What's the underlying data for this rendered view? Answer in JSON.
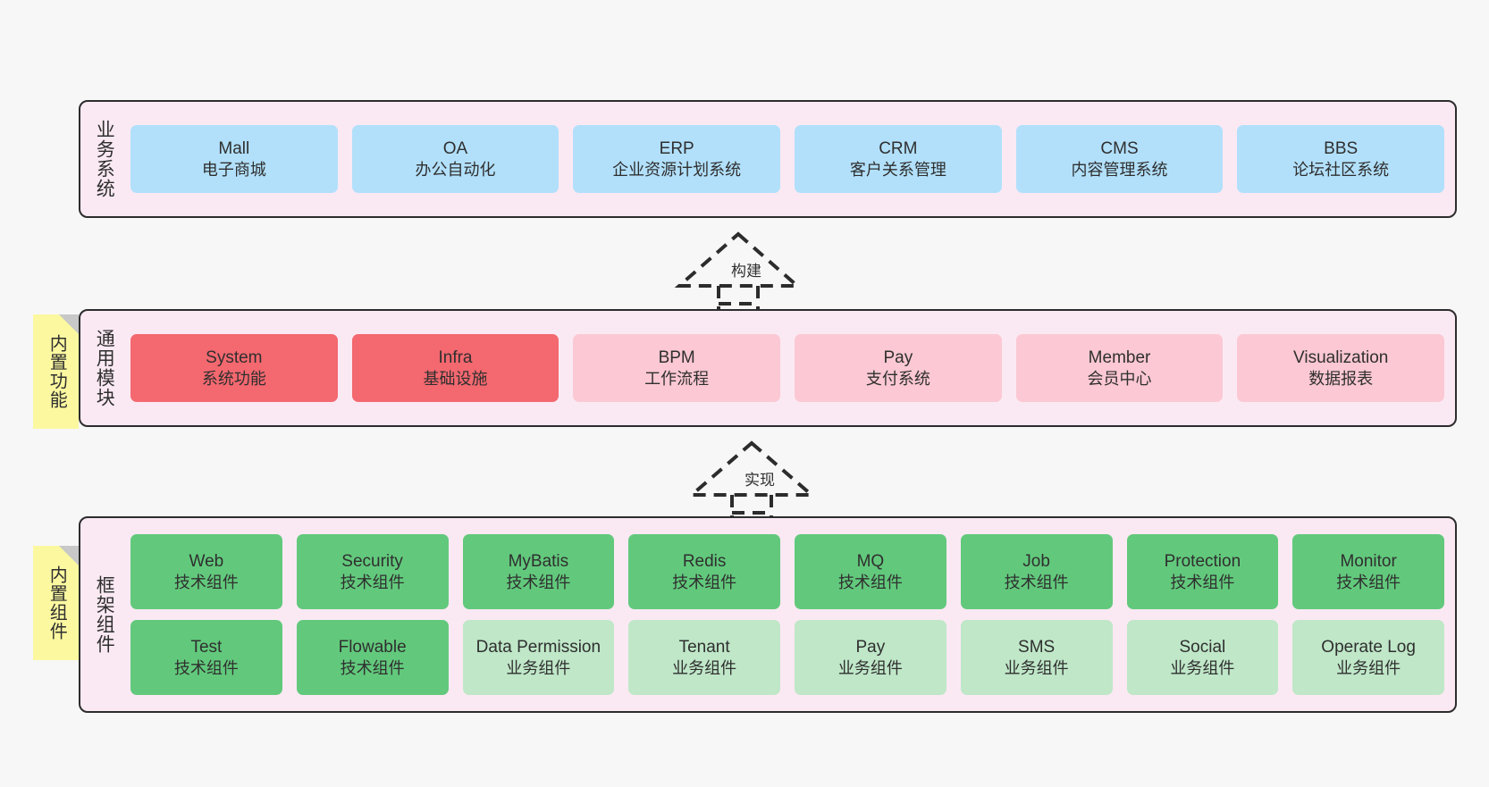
{
  "diagram": {
    "background_color": "#f7f7f7",
    "panel_fill": "#fae9f3",
    "panel_border": "#2c2c2c",
    "note_fill": "#fbf8a0"
  },
  "notes": [
    {
      "label": "内置功能"
    },
    {
      "label": "内置组件"
    }
  ],
  "connectors": [
    {
      "label": "构建",
      "style": "dashed-generalization"
    },
    {
      "label": "实现",
      "style": "dashed-generalization"
    }
  ],
  "layers": [
    {
      "label": "业务系统",
      "color": "#b2e0fb",
      "rows": [
        [
          {
            "name": "Mall",
            "desc": "电子商城",
            "color": "#b2e0fb"
          },
          {
            "name": "OA",
            "desc": "办公自动化",
            "color": "#b2e0fb"
          },
          {
            "name": "ERP",
            "desc": "企业资源计划系统",
            "color": "#b2e0fb"
          },
          {
            "name": "CRM",
            "desc": "客户关系管理",
            "color": "#b2e0fb"
          },
          {
            "name": "CMS",
            "desc": "内容管理系统",
            "color": "#b2e0fb"
          },
          {
            "name": "BBS",
            "desc": "论坛社区系统",
            "color": "#b2e0fb"
          }
        ]
      ]
    },
    {
      "label": "通用模块",
      "color": "#f4686f",
      "rows": [
        [
          {
            "name": "System",
            "desc": "系统功能",
            "color": "#f4686f"
          },
          {
            "name": "Infra",
            "desc": "基础设施",
            "color": "#f4686f"
          },
          {
            "name": "BPM",
            "desc": "工作流程",
            "color": "#fbc8d3"
          },
          {
            "name": "Pay",
            "desc": "支付系统",
            "color": "#fbc8d3"
          },
          {
            "name": "Member",
            "desc": "会员中心",
            "color": "#fbc8d3"
          },
          {
            "name": "Visualization",
            "desc": "数据报表",
            "color": "#fbc8d3"
          }
        ]
      ]
    },
    {
      "label": "框架组件",
      "color": "#62c97c",
      "rows": [
        [
          {
            "name": "Web",
            "desc": "技术组件",
            "color": "#62c97c"
          },
          {
            "name": "Security",
            "desc": "技术组件",
            "color": "#62c97c"
          },
          {
            "name": "MyBatis",
            "desc": "技术组件",
            "color": "#62c97c"
          },
          {
            "name": "Redis",
            "desc": "技术组件",
            "color": "#62c97c"
          },
          {
            "name": "MQ",
            "desc": "技术组件",
            "color": "#62c97c"
          },
          {
            "name": "Job",
            "desc": "技术组件",
            "color": "#62c97c"
          },
          {
            "name": "Protection",
            "desc": "技术组件",
            "color": "#62c97c"
          },
          {
            "name": "Monitor",
            "desc": "技术组件",
            "color": "#62c97c"
          }
        ],
        [
          {
            "name": "Test",
            "desc": "技术组件",
            "color": "#62c97c"
          },
          {
            "name": "Flowable",
            "desc": "技术组件",
            "color": "#62c97c"
          },
          {
            "name": "Data Permission",
            "desc": "业务组件",
            "color": "#bfe7c8"
          },
          {
            "name": "Tenant",
            "desc": "业务组件",
            "color": "#bfe7c8"
          },
          {
            "name": "Pay",
            "desc": "业务组件",
            "color": "#bfe7c8"
          },
          {
            "name": "SMS",
            "desc": "业务组件",
            "color": "#bfe7c8"
          },
          {
            "name": "Social",
            "desc": "业务组件",
            "color": "#bfe7c8"
          },
          {
            "name": "Operate Log",
            "desc": "业务组件",
            "color": "#bfe7c8"
          }
        ]
      ]
    }
  ]
}
